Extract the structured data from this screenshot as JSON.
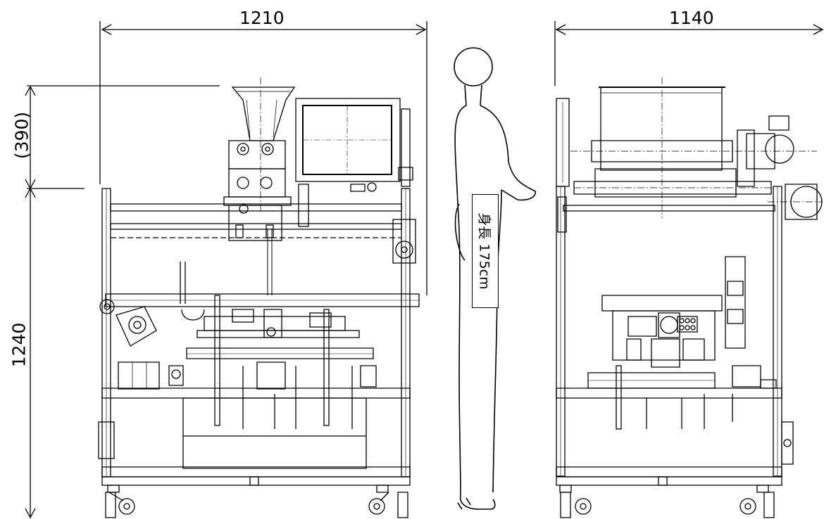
{
  "dimensions": {
    "front_width": "1210",
    "side_width": "1140",
    "upper_height": "(390)",
    "lower_height": "1240"
  },
  "human_figure": {
    "height_label": "身長 175cm"
  }
}
